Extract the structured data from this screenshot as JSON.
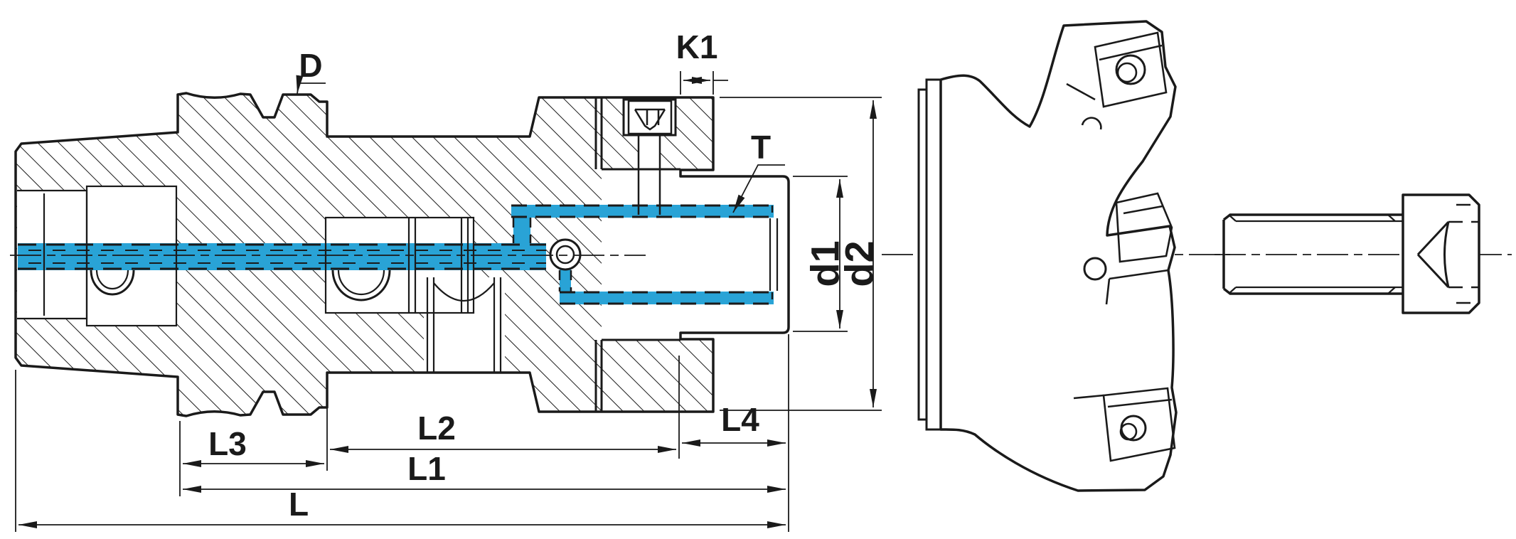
{
  "drawing": {
    "line_color": "#1a1a1a",
    "coolant_color": "#29A3D6",
    "background": "#ffffff",
    "dimensions": {
      "D": "D",
      "K1": "K1",
      "T": "T",
      "d1": "d1",
      "d2": "d2",
      "L": "L",
      "L1": "L1",
      "L2": "L2",
      "L3": "L3",
      "L4": "L4"
    },
    "figures": [
      {
        "name": "tool-holder-section"
      },
      {
        "name": "face-mill-cutter"
      },
      {
        "name": "clamping-screw"
      }
    ]
  }
}
